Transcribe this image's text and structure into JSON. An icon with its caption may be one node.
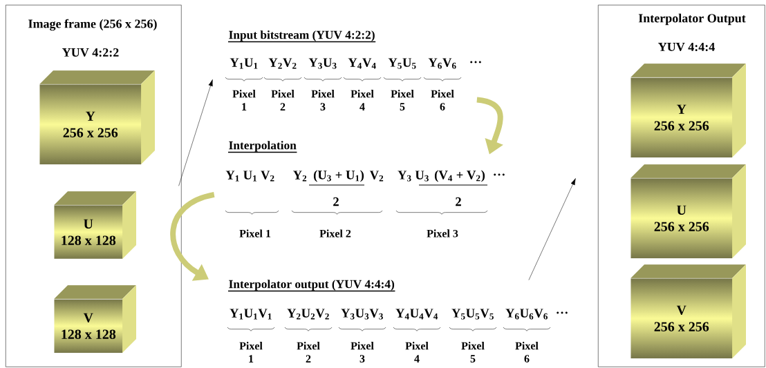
{
  "diagram": {
    "nodes": [
      {
        "text": [
          "Image frame (256 x 256)",
          "YUV 4:2:2"
        ]
      },
      {
        "text": [
          "Y",
          "256 x 256"
        ],
        "in": 0
      },
      {
        "text": [
          "U",
          "128 x 128"
        ],
        "in": 0
      },
      {
        "text": [
          "V",
          "128 x 128"
        ],
        "in": 0
      },
      {
        "text": [
          "Interpolator Output",
          "YUV 4:4:4"
        ]
      },
      {
        "text": [
          "Y",
          "256 x 256"
        ],
        "in": 4
      },
      {
        "text": [
          "U",
          "256 x 256"
        ],
        "in": 4
      },
      {
        "text": [
          "V",
          "256 x 256"
        ],
        "in": 4
      },
      {
        "text": [
          "Input bitstream (YUV 4:2:2)",
          "Y$_{1}$U$_{1}$",
          "Y$_{2}$V$_{2}$",
          "Y$_{3}$U$_{3}$",
          "Y$_{4}$V$_{4}$",
          "Y$_{5}$U$_{5}$",
          "Y$_{6}$V$_{6}$",
          "…",
          "Pixel 1",
          "Pixel 2",
          "Pixel 3",
          "Pixel 4",
          "Pixel 5",
          "Pixel 6"
        ]
      },
      {
        "text": [
          "Interpolation",
          "Y$_{1}$ U$_{1}$ V$_{2}$",
          "Y$_{2}$",
          "(U$_{3}$ + U$_{1}$)",
          "V$_{2}$",
          "Y$_{3}$ U$_{3}$",
          "(V$_{4}$ + V$_{2}$)",
          "…",
          "2",
          "2",
          "Pixel 1",
          "Pixel 2",
          "Pixel 3"
        ]
      },
      {
        "text": [
          "Interpolator output (YUV 4:4:4)",
          "Y$_{1}$U$_{1}$V$_{1}$",
          "Y$_{2}$U$_{2}$V$_{2}$",
          "Y$_{3}$U$_{3}$V$_{3}$",
          "Y$_{4}$U$_{4}$V$_{4}$",
          "Y$_{5}$U$_{5}$V$_{5}$",
          "Y$_{6}$U$_{6}$V$_{6}$",
          "…",
          "Pixel 1",
          "Pixel 2",
          "Pixel 3",
          "Pixel 4",
          "Pixel 5",
          "Pixel 6"
        ]
      }
    ],
    "edges": [
      {
        "from": 0,
        "to": 8,
        "arrow": "to"
      },
      {
        "from": 8,
        "to": 9,
        "arrow": "to",
        "style": "thick",
        "color": "#cccc77"
      },
      {
        "from": 9,
        "to": 10,
        "arrow": "to",
        "style": "thick",
        "color": "#cccc77"
      },
      {
        "from": 10,
        "to": 4,
        "arrow": "to"
      }
    ]
  }
}
